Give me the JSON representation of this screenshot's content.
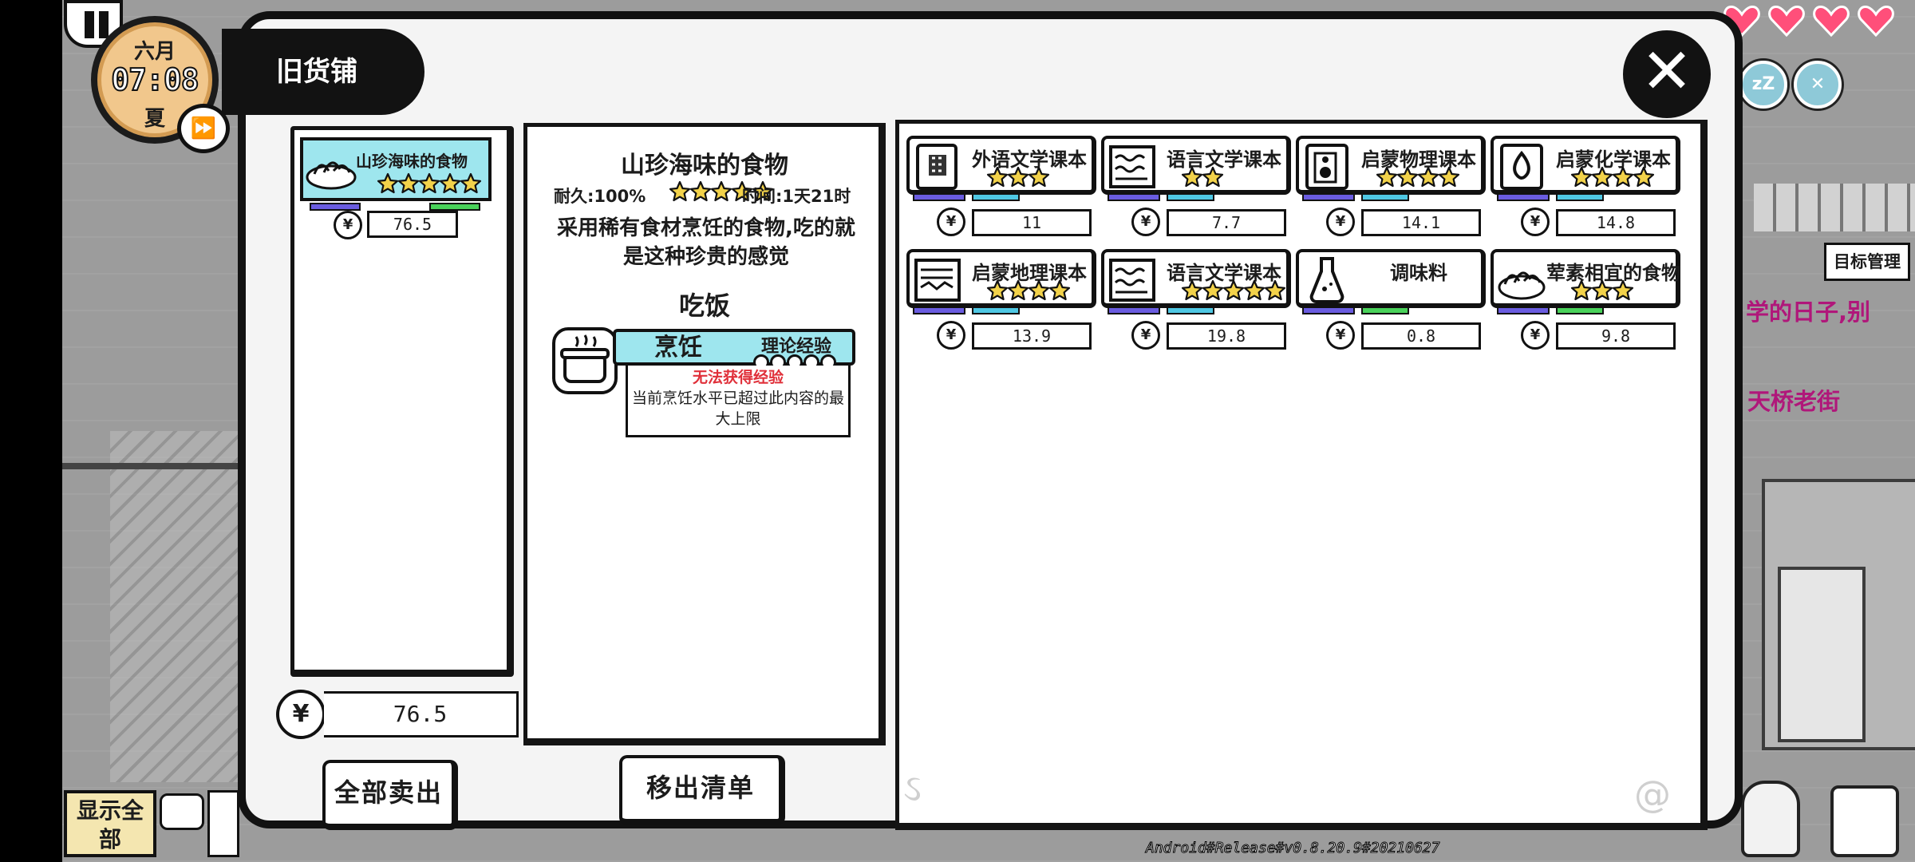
{
  "hud": {
    "month": "六月",
    "time": "07:08",
    "season": "夏",
    "hearts": 4,
    "goal_button": "目标管理",
    "background_text_1": "学的日子,别",
    "background_text_2": "天桥老街"
  },
  "shop": {
    "title": "旧货铺",
    "sell_list": [
      {
        "name": "山珍海味的食物",
        "stars": 5,
        "price": "76.5"
      }
    ],
    "total_price": "76.5",
    "sell_all_label": "全部卖出",
    "remove_label": "移出清单"
  },
  "detail": {
    "title": "山珍海味的食物",
    "durability": "耐久:100%",
    "stars": 5,
    "time": "时间:1天21时",
    "description": "采用稀有食材烹饪的食物,吃的就是这种珍贵的感觉",
    "use": "吃饭",
    "skill": {
      "name": "烹饪",
      "type": "理论经验",
      "warning": "无法获得经验",
      "detail": "当前烹饪水平已超过此内容的最大上限"
    }
  },
  "inventory": [
    {
      "name": "外语文学课本",
      "stars": 3,
      "price": "11",
      "icon": "book-grid-icon"
    },
    {
      "name": "语言文学课本",
      "stars": 2,
      "price": "7.7",
      "icon": "book-wave-icon"
    },
    {
      "name": "启蒙物理课本",
      "stars": 4,
      "price": "14.1",
      "icon": "book-speaker-icon"
    },
    {
      "name": "启蒙化学课本",
      "stars": 4,
      "price": "14.8",
      "icon": "book-drop-icon"
    },
    {
      "name": "启蒙地理课本",
      "stars": 4,
      "price": "13.9",
      "icon": "book-map-icon"
    },
    {
      "name": "语言文学课本",
      "stars": 5,
      "price": "19.8",
      "icon": "book-wave-icon"
    },
    {
      "name": "调味料",
      "stars": 0,
      "price": "0.8",
      "icon": "seasoning-bottle-icon"
    },
    {
      "name": "荤素相宜的食物",
      "stars": 3,
      "price": "9.8",
      "icon": "food-plate-icon"
    }
  ],
  "bottom_bar": {
    "show_all": "显示全部",
    "version": "Android#Release#v0.8.20.9#20210627"
  },
  "colors": {
    "card_highlight": "#9ee6ee",
    "bar_purple": "#6a5ce0",
    "bar_blue": "#4fc8e4",
    "bar_green": "#49d25a",
    "star_yellow": "#f2d24a",
    "warning_red": "#e0303a",
    "heart_pink": "#ff4f7a",
    "panel_black": "#121212"
  }
}
